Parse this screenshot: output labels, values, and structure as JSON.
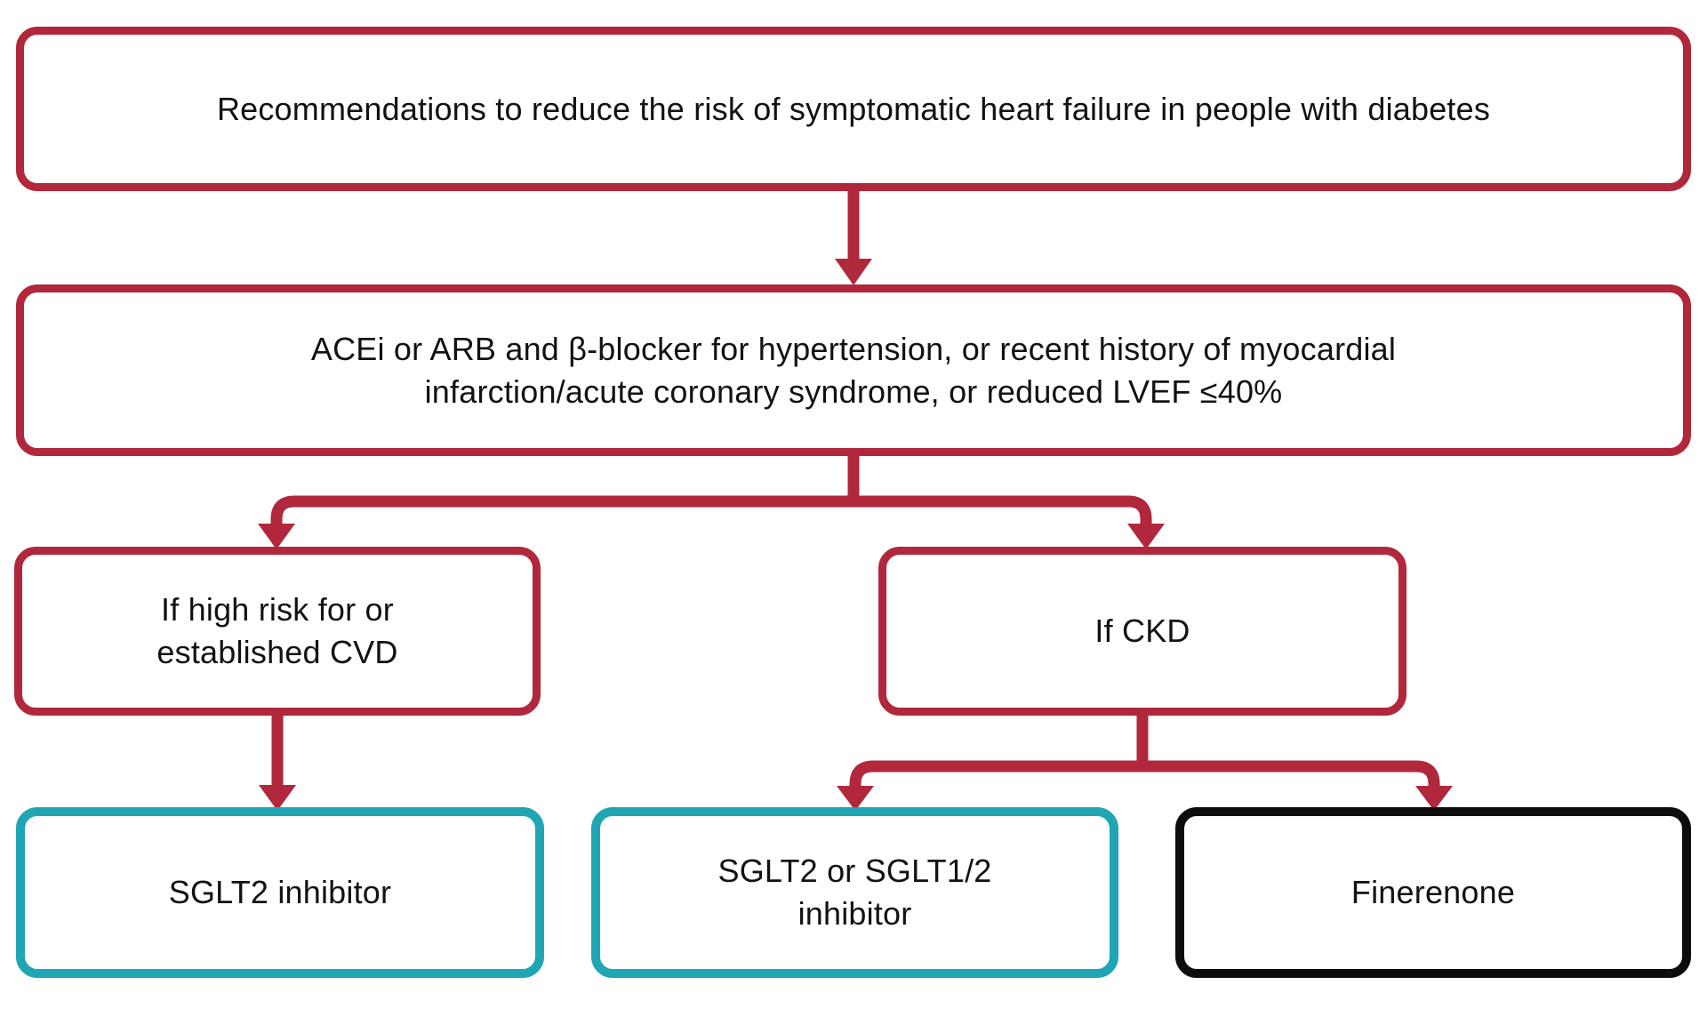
{
  "colors": {
    "red": "#B1273C",
    "teal": "#1FA5B4",
    "black": "#0D0D0D",
    "text": "#121212",
    "background": "#FFFFFF"
  },
  "flowchart": {
    "title": "Recommendations to reduce the risk of symptomatic heart failure in people with diabetes",
    "criteria": "ACEi or ARB and β-blocker for hypertension, or recent history of myocardial infarction/acute coronary syndrome, or reduced LVEF ≤40%",
    "branch_left": "If high risk for or established CVD",
    "branch_right": "If CKD",
    "outcome_cvd": "SGLT2 inhibitor",
    "outcome_ckd_1": "SGLT2 or SGLT1/2 inhibitor",
    "outcome_ckd_2": "Finerenone"
  }
}
